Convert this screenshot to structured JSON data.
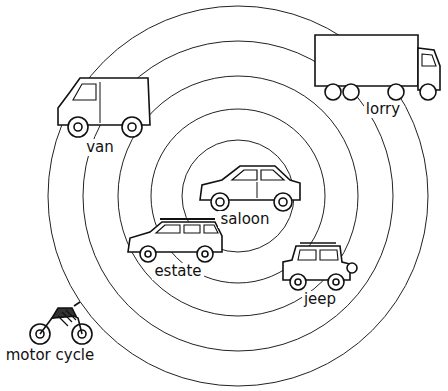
{
  "diagram": {
    "labels": [
      "van",
      "lorry",
      "saloon",
      "estate",
      "jeep",
      "motor cycle"
    ]
  }
}
